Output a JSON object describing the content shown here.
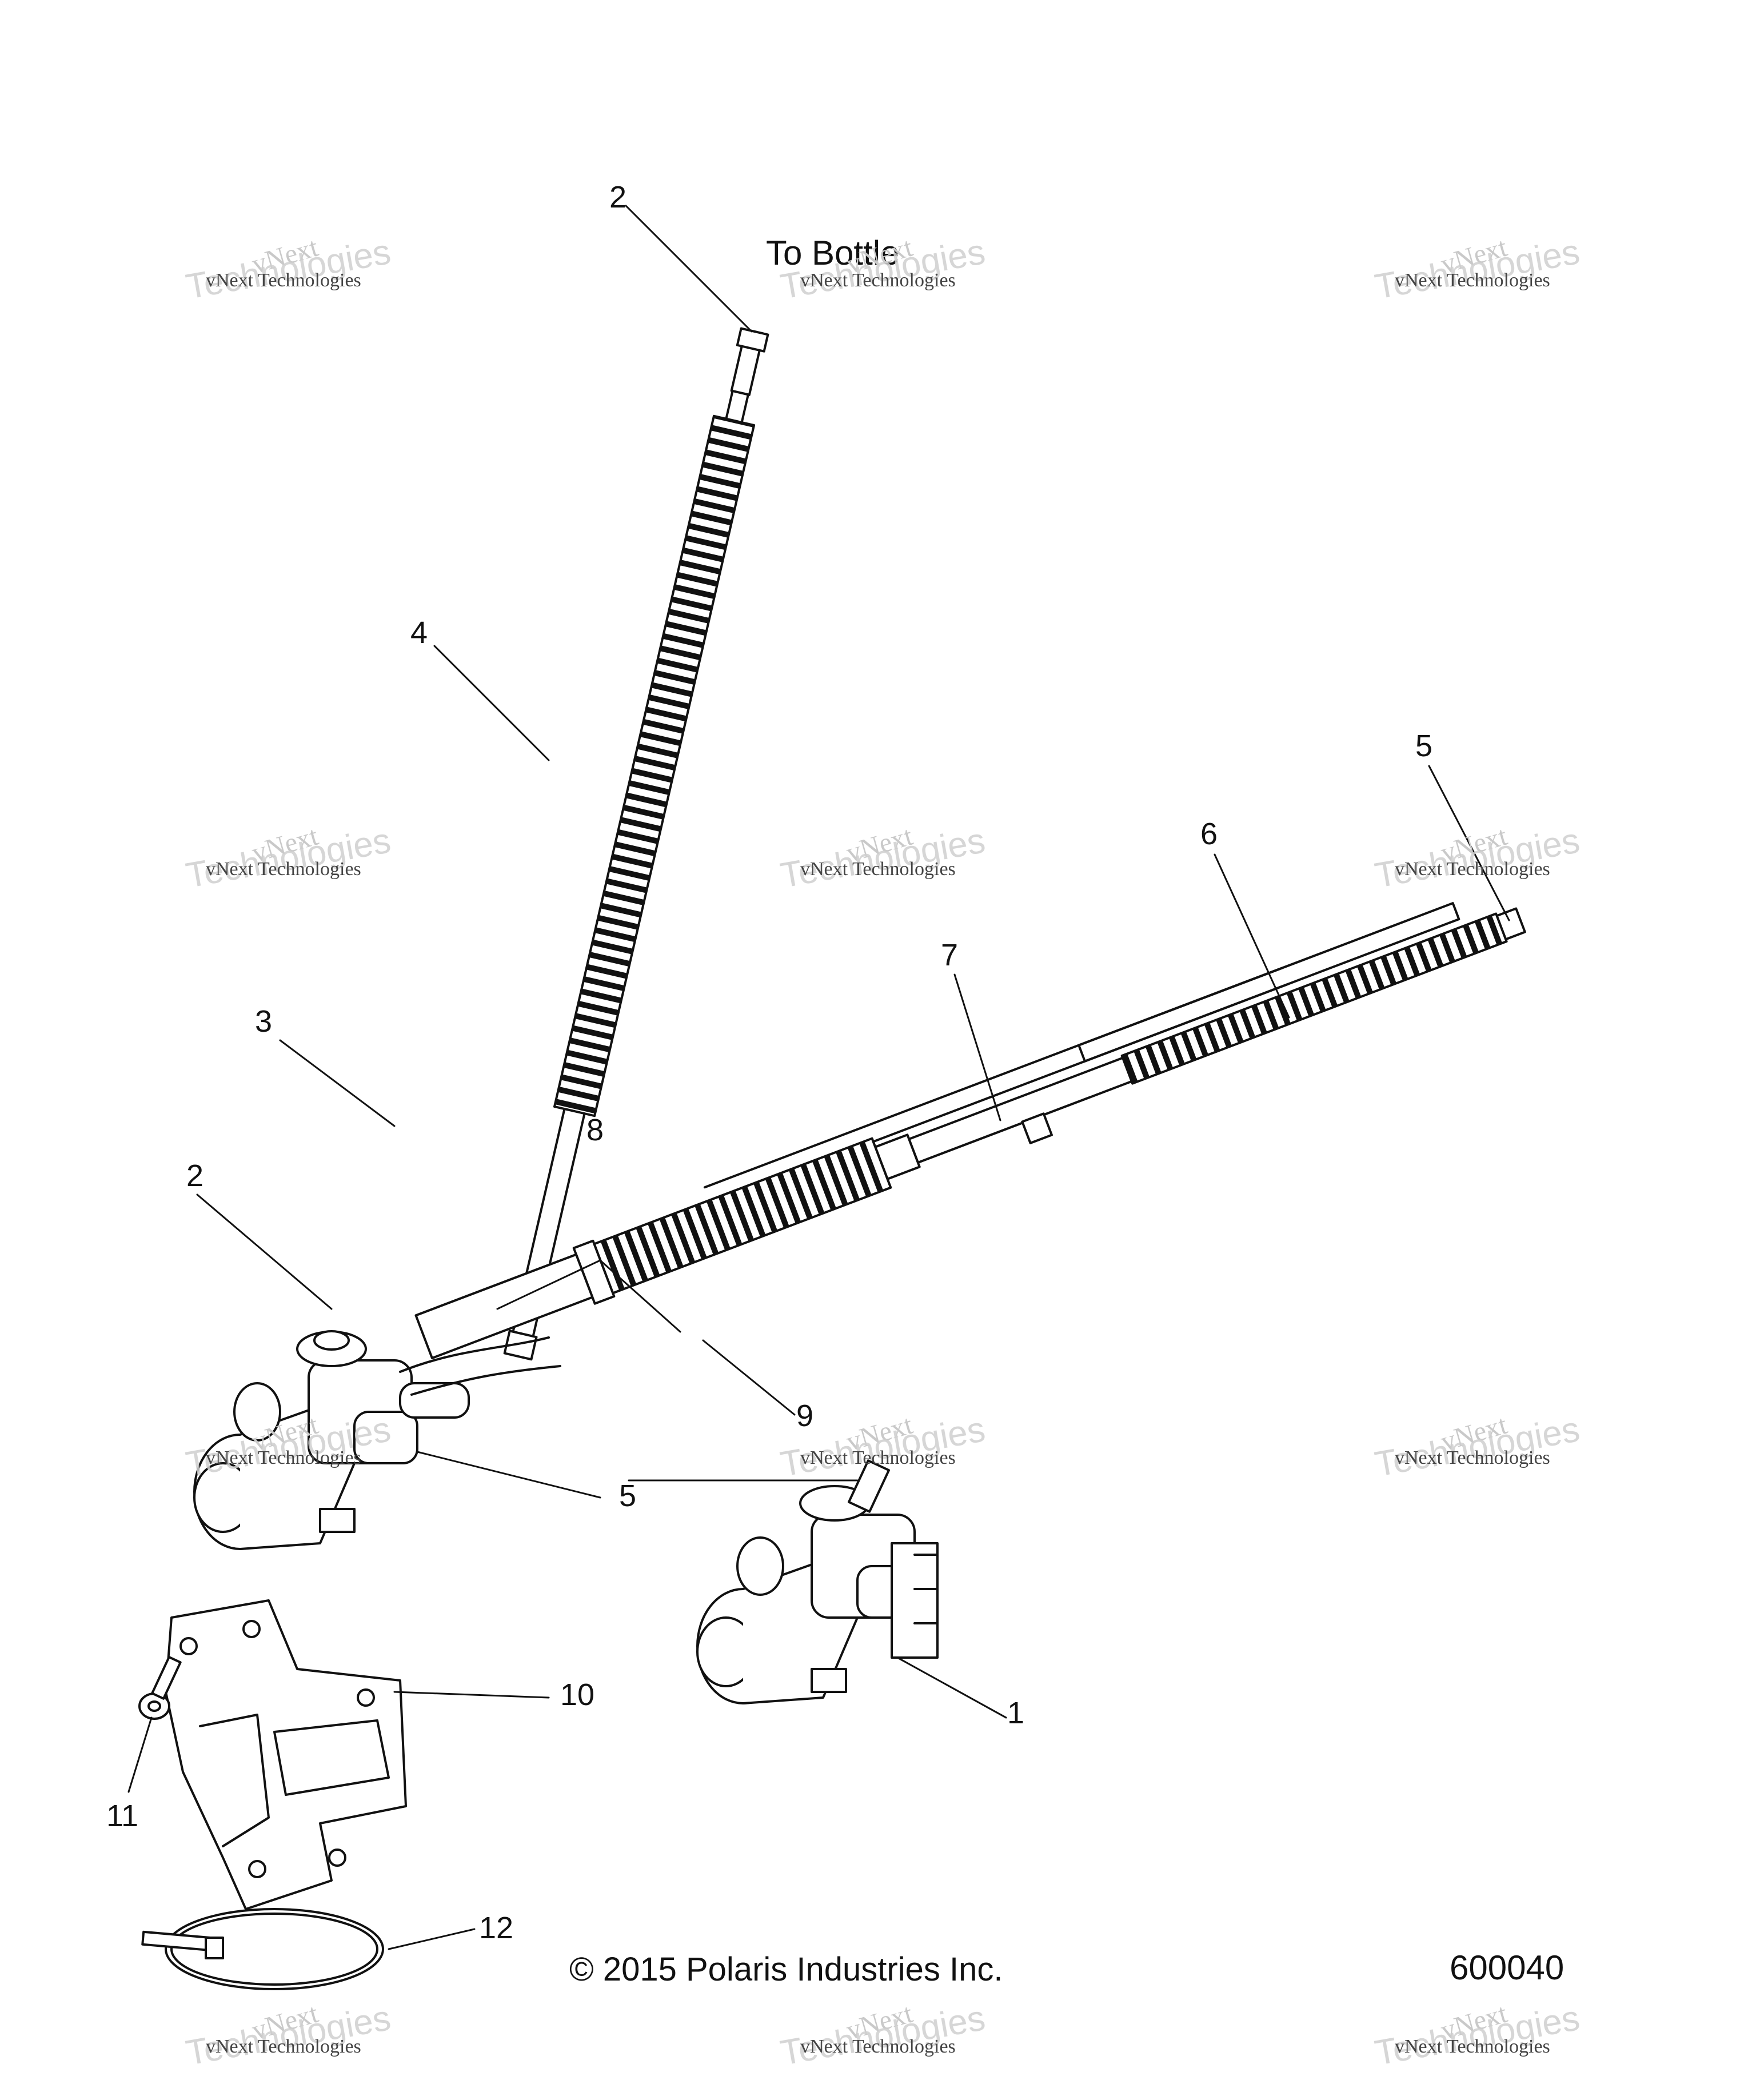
{
  "diagram": {
    "callouts": [
      "1",
      "2",
      "2",
      "3",
      "4",
      "5",
      "5",
      "6",
      "7",
      "8",
      "9",
      "10",
      "11",
      "12"
    ],
    "note": "To Bottle",
    "copyright": "© 2015 Polaris Industries Inc.",
    "figure_number": "600040"
  },
  "watermark": {
    "brand": "vNext",
    "name_small": "vNext Technologies",
    "name_large": "Technologies"
  },
  "colors": {
    "line": "#111111",
    "background": "#ffffff",
    "watermark": "#c9c9c9"
  }
}
